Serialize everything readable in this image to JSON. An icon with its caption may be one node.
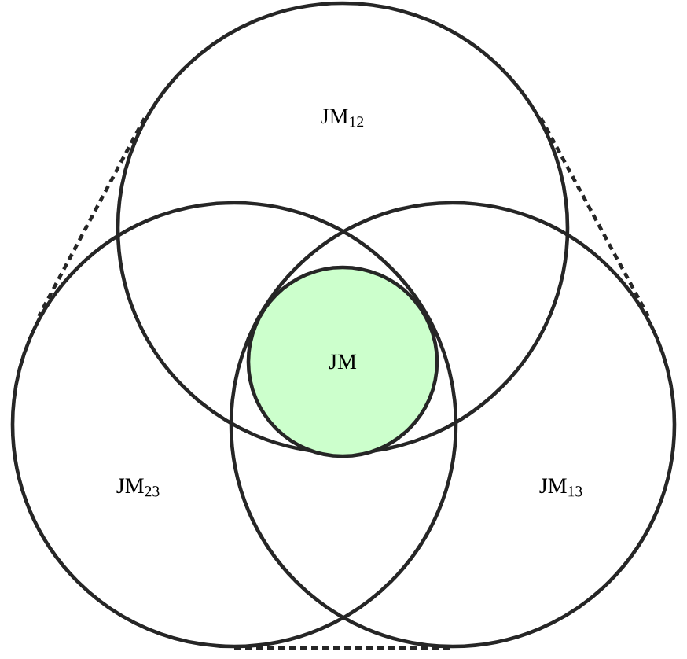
{
  "diagram": {
    "nodes": [
      {
        "text": [
          "JM$_{12}$"
        ]
      },
      {
        "text": [
          "JM$_{23}$"
        ]
      },
      {
        "text": [
          "JM$_{13}$"
        ]
      },
      {
        "text": [
          "JM"
        ]
      }
    ],
    "edges": [
      {
        "from": 0,
        "to": 1,
        "arrow": "none",
        "style": "dashed"
      },
      {
        "from": 0,
        "to": 2,
        "arrow": "none",
        "style": "dashed"
      },
      {
        "from": 1,
        "to": 2,
        "arrow": "none",
        "style": "dashed"
      }
    ]
  }
}
